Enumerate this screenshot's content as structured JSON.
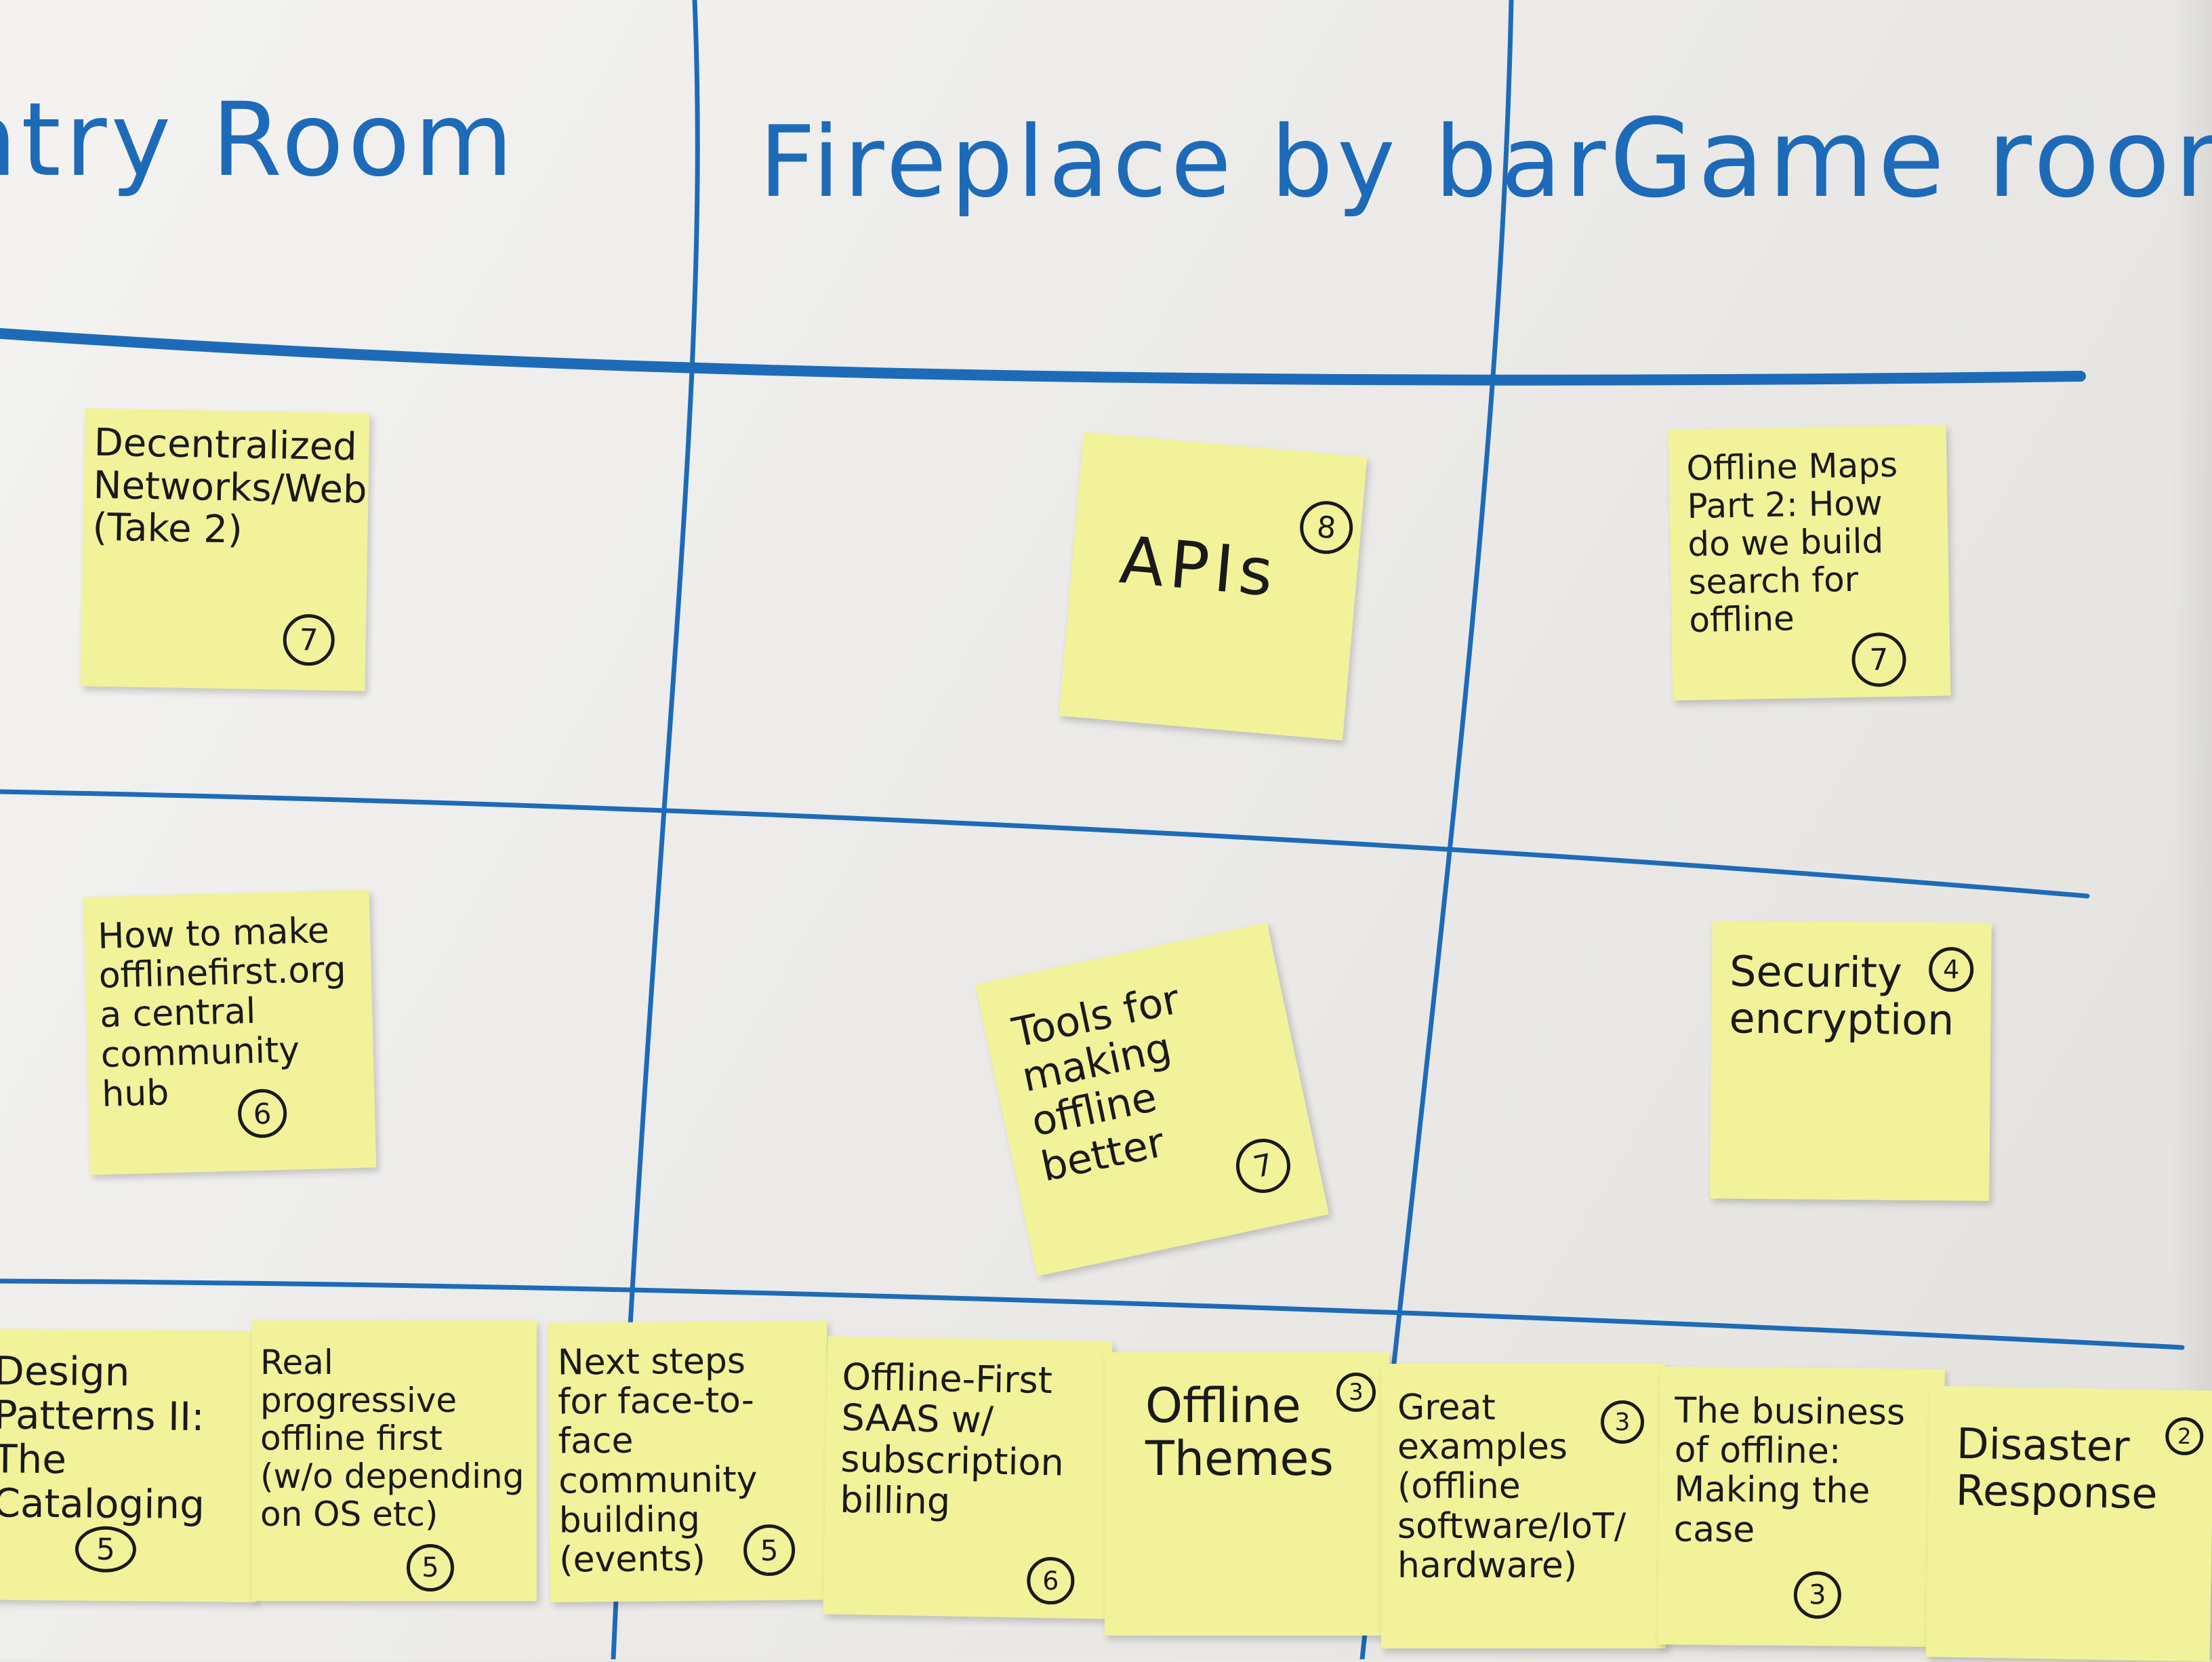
{
  "headers": {
    "room1": "ntry Room",
    "room2": "Fireplace by bar",
    "room3": "Game room"
  },
  "notes": {
    "decentralized": {
      "text": "Decentralized\nNetworks/Web\n(Take 2)",
      "votes": "7"
    },
    "apis": {
      "text": "APIs",
      "votes": "8"
    },
    "offline_maps": {
      "text": "Offline Maps\nPart 2: How\ndo we build\nsearch for\noffline",
      "votes": "7"
    },
    "offlinefirst_org": {
      "text": "How to make\nofflinefirst.org\na central\ncommunity\nhub",
      "votes": "6"
    },
    "tools": {
      "text": "Tools for\nmaking\noffline\nbetter",
      "votes": "7"
    },
    "security": {
      "text": "Security\nencryption",
      "votes": "4"
    },
    "design_patterns": {
      "text": "Design\nPatterns II:\nThe Cataloging",
      "votes": "5"
    },
    "real_progressive": {
      "text": "Real progressive\noffline first\n(w/o depending\non OS etc)",
      "votes": "5"
    },
    "next_steps": {
      "text": "Next steps\nfor face-to-face\ncommunity\nbuilding\n(events)",
      "votes": "5"
    },
    "saas": {
      "text": "Offline-First\nSAAS w/\nsubscription\nbilling",
      "votes": "6"
    },
    "themes": {
      "text": "Offline\nThemes",
      "votes": "3"
    },
    "great_examples": {
      "text": "Great\nexamples\n(offline\nsoftware/IoT/\nhardware)",
      "votes": "3"
    },
    "business": {
      "text": "The business\nof offline:\nMaking the\ncase",
      "votes": "3"
    },
    "disaster": {
      "text": "Disaster\nResponse",
      "votes": "2"
    }
  },
  "colors": {
    "marker_blue": "#1d6bb8",
    "sticky_yellow": "#f2f29a",
    "ink": "#1a1a1a"
  }
}
